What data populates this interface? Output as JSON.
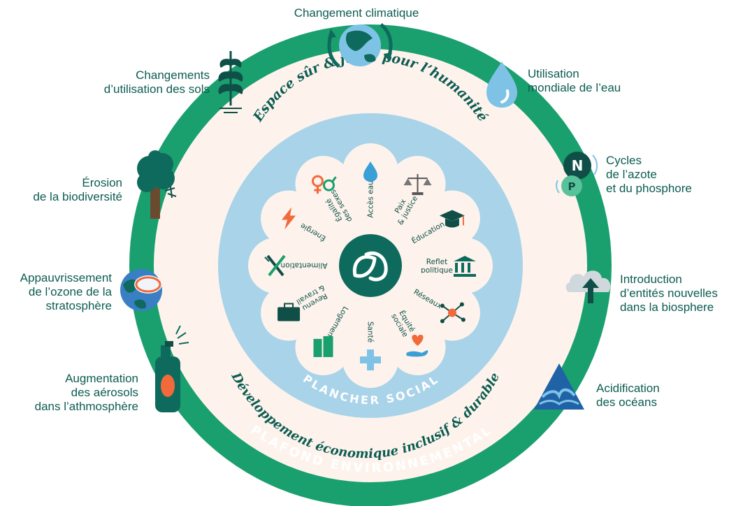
{
  "colors": {
    "outer_ring": "#1a9f6e",
    "inner_disc": "#fdf3ec",
    "blue_disc": "#a9d3e9",
    "petal": "#fdf3ec",
    "core": "#0f6a5e",
    "label_text": "#0d5c52"
  },
  "boundaries": [
    {
      "id": "climate",
      "lines": [
        "Changement climatique"
      ],
      "icon": "globe-arrows-icon"
    },
    {
      "id": "water",
      "lines": [
        "Utilisation",
        "mondiale de l’eau"
      ],
      "icon": "water-drop-icon"
    },
    {
      "id": "nitrogen",
      "lines": [
        "Cycles",
        "de l’azote",
        "et du phosphore"
      ],
      "icon": "nitrogen-phosphorus-icon",
      "icon_letters": [
        "N",
        "P"
      ]
    },
    {
      "id": "novel",
      "lines": [
        "Introduction",
        "d’entités nouvelles",
        "dans la biosphere"
      ],
      "icon": "cloud-upload-icon"
    },
    {
      "id": "ocean",
      "lines": [
        "Acidification",
        "des océans"
      ],
      "icon": "ocean-wave-icon"
    },
    {
      "id": "aerosol",
      "lines": [
        "Augmentation",
        "des aérosols",
        "dans l’athmosphère"
      ],
      "icon": "spray-can-icon"
    },
    {
      "id": "ozone",
      "lines": [
        "Appauvrissement",
        "de l’ozone de la",
        "stratosphère"
      ],
      "icon": "ozone-globe-icon"
    },
    {
      "id": "biodiversity",
      "lines": [
        "Érosion",
        "de la biodiversité"
      ],
      "icon": "tree-icon"
    },
    {
      "id": "land",
      "lines": [
        "Changements",
        "d’utilisation des sols"
      ],
      "icon": "plant-icon"
    }
  ],
  "arc_texts": {
    "top": "Espace sûr & juste pour l’humanité",
    "bottom": "Développement économique inclusif & durable",
    "floor": "PLANCHER SOCIAL",
    "ceiling": "PLAFOND ENVIRONNEMENTAL"
  },
  "petals": [
    {
      "id": "water",
      "lines": [
        "Accès eau"
      ],
      "icon": "drop-icon"
    },
    {
      "id": "peace",
      "lines": [
        "Paix",
        "& justice"
      ],
      "icon": "scales-icon"
    },
    {
      "id": "education",
      "lines": [
        "Éducation"
      ],
      "icon": "graduation-cap-icon"
    },
    {
      "id": "politics",
      "lines": [
        "Reflet",
        "politique"
      ],
      "icon": "government-building-icon"
    },
    {
      "id": "networks",
      "lines": [
        "Réseaux"
      ],
      "icon": "network-icon"
    },
    {
      "id": "equity",
      "lines": [
        "Équité",
        "sociale"
      ],
      "icon": "hand-heart-icon"
    },
    {
      "id": "health",
      "lines": [
        "Santé"
      ],
      "icon": "health-cross-icon"
    },
    {
      "id": "housing",
      "lines": [
        "Logement"
      ],
      "icon": "buildings-icon"
    },
    {
      "id": "income",
      "lines": [
        "Revenu",
        "& travail"
      ],
      "icon": "briefcase-icon"
    },
    {
      "id": "food",
      "lines": [
        "Alimentation"
      ],
      "icon": "fork-knife-icon"
    },
    {
      "id": "energy",
      "lines": [
        "Énergie"
      ],
      "icon": "lightning-icon"
    },
    {
      "id": "gender",
      "lines": [
        "Égalité",
        "des sexes"
      ],
      "icon": "gender-symbols-icon"
    }
  ],
  "center_icon": "leaf-logo-icon"
}
